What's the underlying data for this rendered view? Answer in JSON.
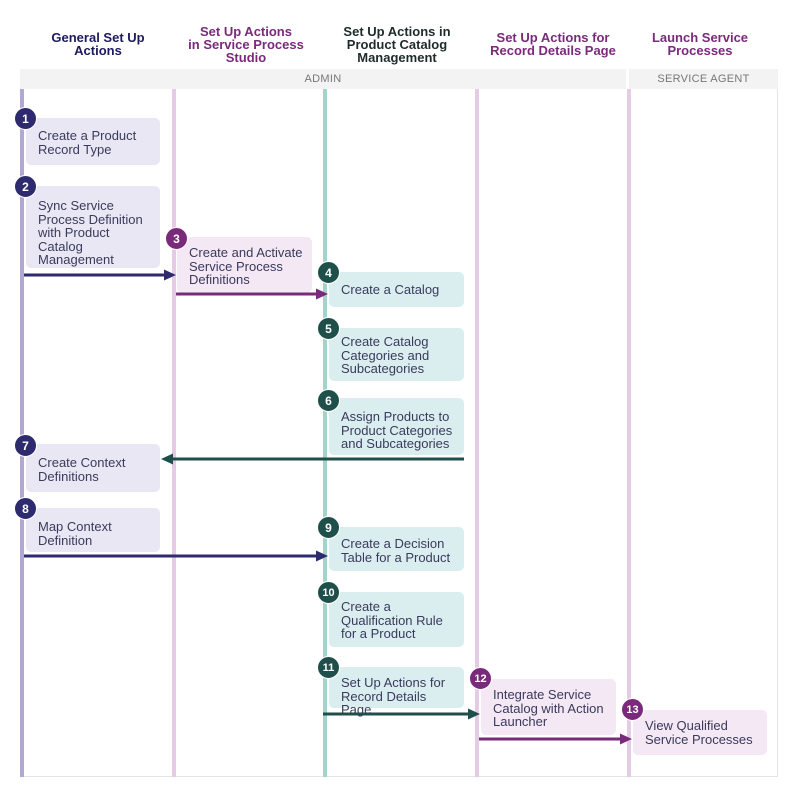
{
  "colors": {
    "navy": "#2d2a6e",
    "navy_header": "#1d1a5e",
    "purple": "#7a2a7a",
    "teal": "#1f4f4a",
    "box_lavender": "#e9e7f3",
    "box_pink": "#f3e8f3",
    "box_teal": "#daeef0",
    "lane_lavender": "#b1a8d6",
    "lane_pink": "#e4cce4",
    "lane_teal": "#a5d3cc"
  },
  "columns": [
    {
      "label": "General Set Up\nActions"
    },
    {
      "label": "Set Up Actions\nin Service Process\nStudio"
    },
    {
      "label": "Set Up Actions in\nProduct Catalog\nManagement"
    },
    {
      "label": "Set Up Actions for\nRecord Details Page"
    },
    {
      "label": "Launch Service\nProcesses"
    }
  ],
  "roles": {
    "admin": "ADMIN",
    "service_agent": "SERVICE AGENT"
  },
  "steps": [
    {
      "num": "1",
      "label": "Create a Product\nRecord Type"
    },
    {
      "num": "2",
      "label": "Sync Service\nProcess Definition\nwith Product\nCatalog\nManagement"
    },
    {
      "num": "3",
      "label": "Create and Activate\nService Process\nDefinitions"
    },
    {
      "num": "4",
      "label": "Create a Catalog"
    },
    {
      "num": "5",
      "label": "Create Catalog\nCategories and\nSubcategories"
    },
    {
      "num": "6",
      "label": "Assign Products to\nProduct Categories\nand Subcategories"
    },
    {
      "num": "7",
      "label": "Create Context\nDefinitions"
    },
    {
      "num": "8",
      "label": "Map Context\nDefinition"
    },
    {
      "num": "9",
      "label": "Create a Decision\nTable for a Product"
    },
    {
      "num": "10",
      "label": "Create a\nQualification Rule\nfor a Product"
    },
    {
      "num": "11",
      "label": "Set Up Actions for\nRecord Details Page"
    },
    {
      "num": "12",
      "label": "Integrate Service\nCatalog with Action\nLauncher"
    },
    {
      "num": "13",
      "label": "View Qualified\nService Processes"
    }
  ]
}
